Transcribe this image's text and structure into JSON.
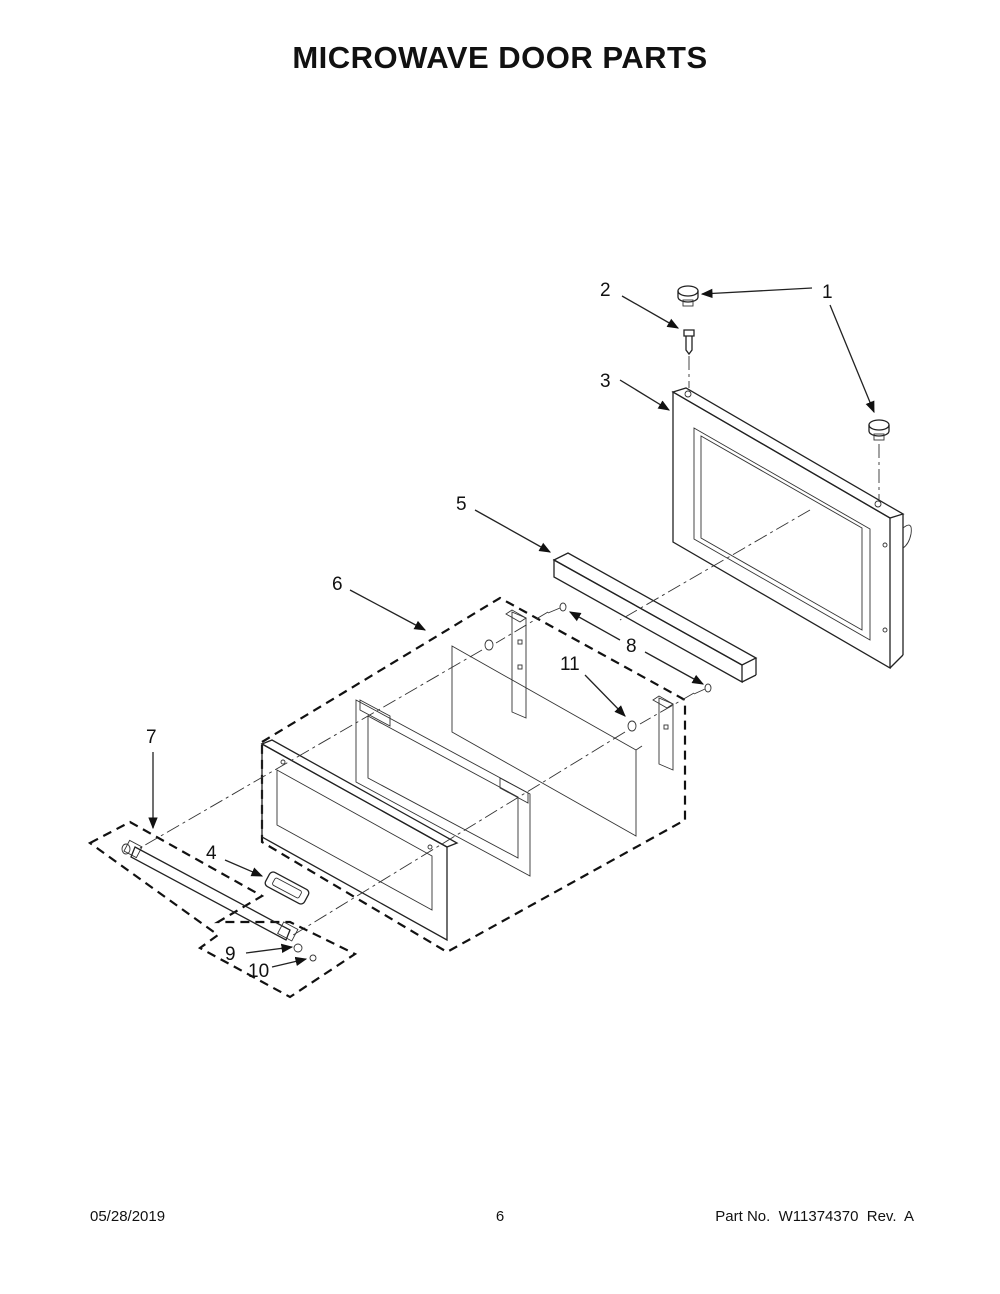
{
  "title": "MICROWAVE DOOR PARTS",
  "footer": {
    "date": "05/28/2019",
    "page": "6",
    "part_no": "Part No.  W11374370  Rev.  A"
  },
  "callouts": [
    "1",
    "2",
    "3",
    "4",
    "5",
    "6",
    "7",
    "8",
    "9",
    "10",
    "11"
  ]
}
